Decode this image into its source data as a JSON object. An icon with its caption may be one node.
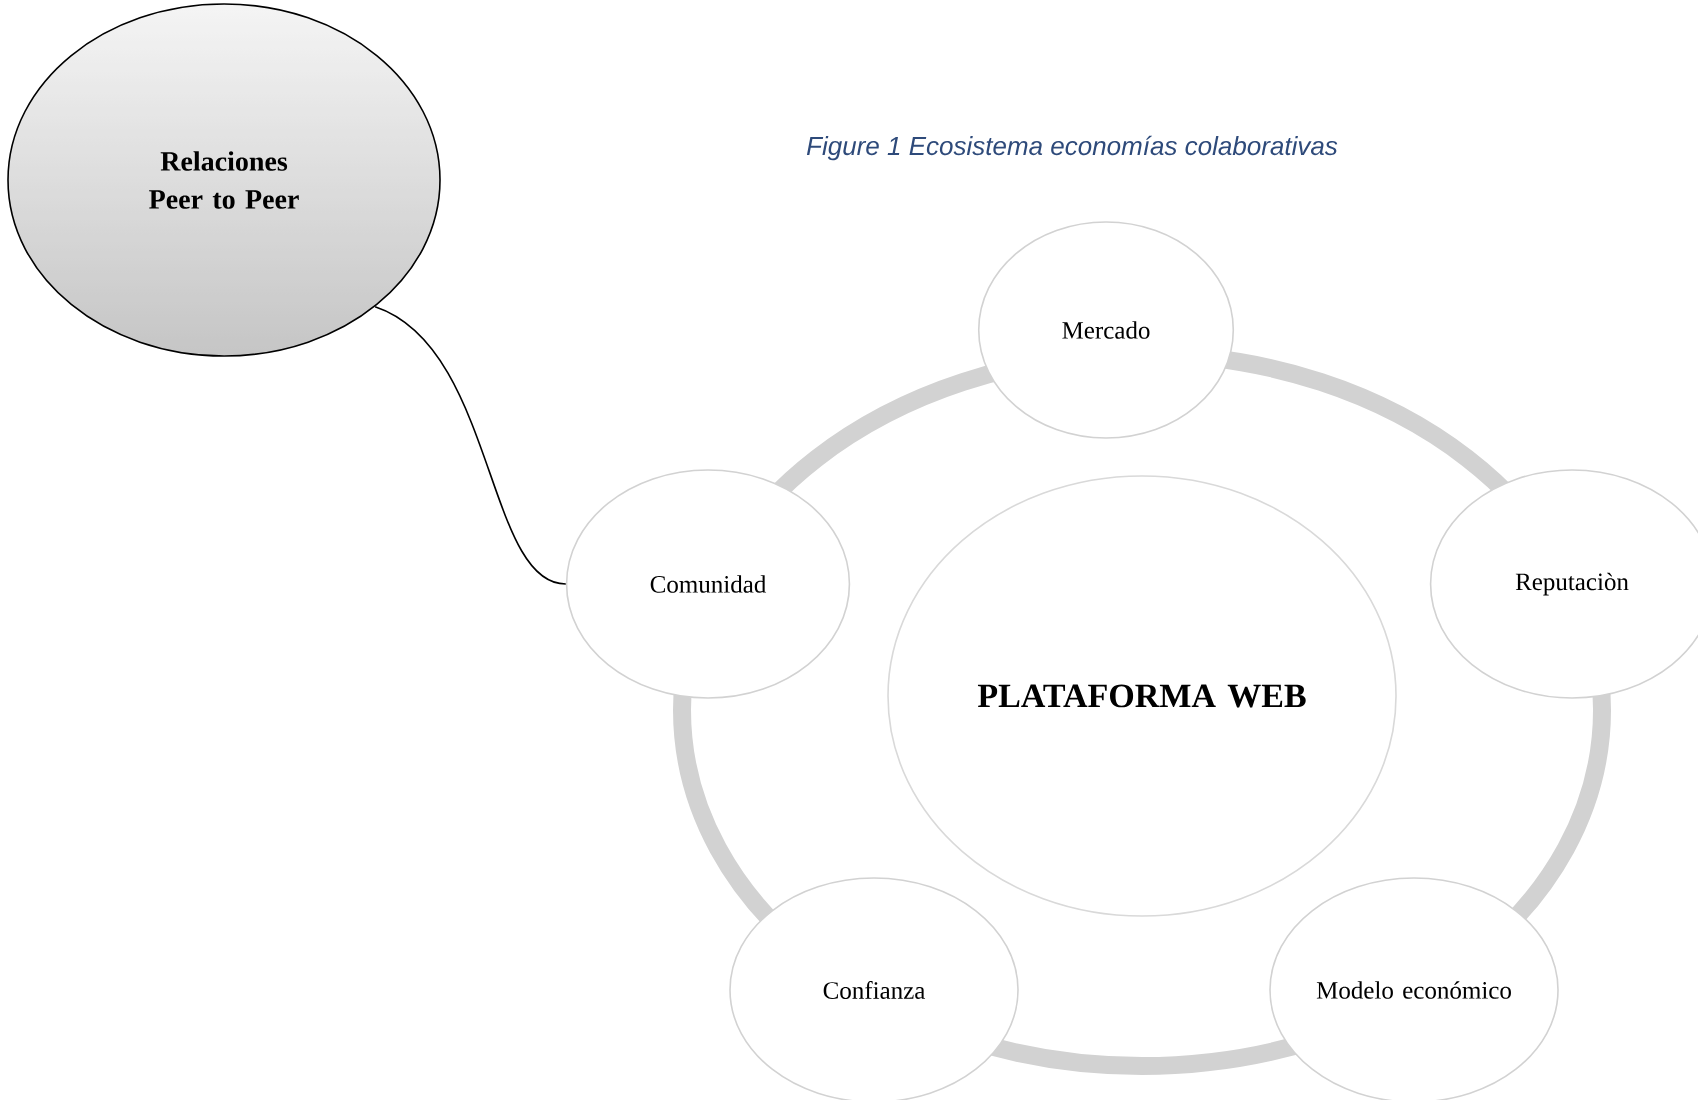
{
  "diagram": {
    "title": "Figure 1 Ecosistema economías colaborativas",
    "nodes": [
      {
        "text": [
          "Relaciones Peer to Peer"
        ]
      },
      {
        "text": [
          "Mercado"
        ]
      },
      {
        "text": [
          "Comunidad"
        ]
      },
      {
        "text": [
          "PLATAFORMA WEB"
        ]
      },
      {
        "text": [
          "Reputaciòn"
        ]
      },
      {
        "text": [
          "Confianza"
        ]
      },
      {
        "text": [
          "Modelo económico"
        ]
      }
    ],
    "edges": [
      {
        "from": 0,
        "to": 2,
        "arrow": "none"
      }
    ]
  }
}
